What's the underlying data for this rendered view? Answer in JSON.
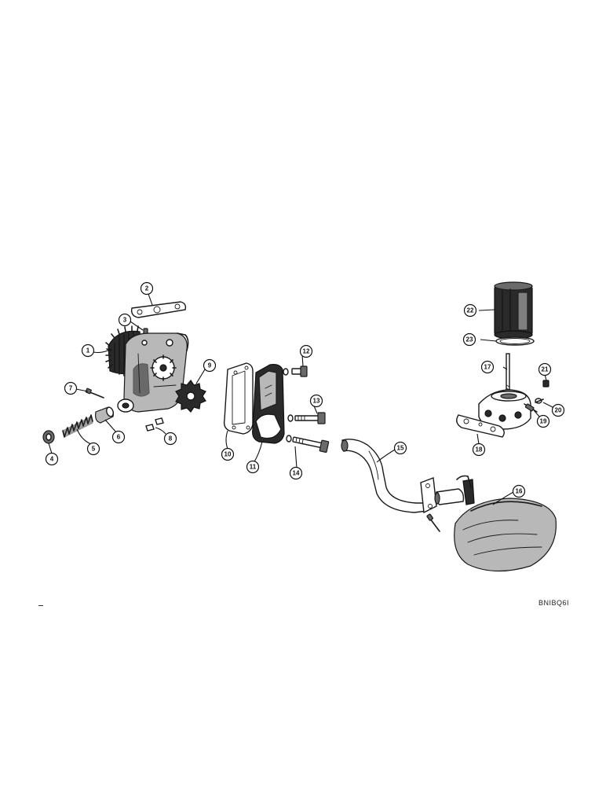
{
  "figure": {
    "reference_code": "BNIBQ6I"
  },
  "callouts": [
    {
      "id": "1",
      "label": "1"
    },
    {
      "id": "2",
      "label": "2"
    },
    {
      "id": "3",
      "label": "3"
    },
    {
      "id": "4",
      "label": "4"
    },
    {
      "id": "5",
      "label": "5"
    },
    {
      "id": "6",
      "label": "6"
    },
    {
      "id": "7",
      "label": "7"
    },
    {
      "id": "8",
      "label": "8"
    },
    {
      "id": "9",
      "label": "9"
    },
    {
      "id": "10",
      "label": "10"
    },
    {
      "id": "11",
      "label": "11"
    },
    {
      "id": "12",
      "label": "12"
    },
    {
      "id": "13",
      "label": "13"
    },
    {
      "id": "14",
      "label": "14"
    },
    {
      "id": "15",
      "label": "15"
    },
    {
      "id": "16",
      "label": "16"
    },
    {
      "id": "17",
      "label": "17"
    },
    {
      "id": "18",
      "label": "18"
    },
    {
      "id": "19",
      "label": "19"
    },
    {
      "id": "20",
      "label": "20"
    },
    {
      "id": "21",
      "label": "21"
    },
    {
      "id": "22",
      "label": "22"
    },
    {
      "id": "23",
      "label": "23"
    }
  ]
}
